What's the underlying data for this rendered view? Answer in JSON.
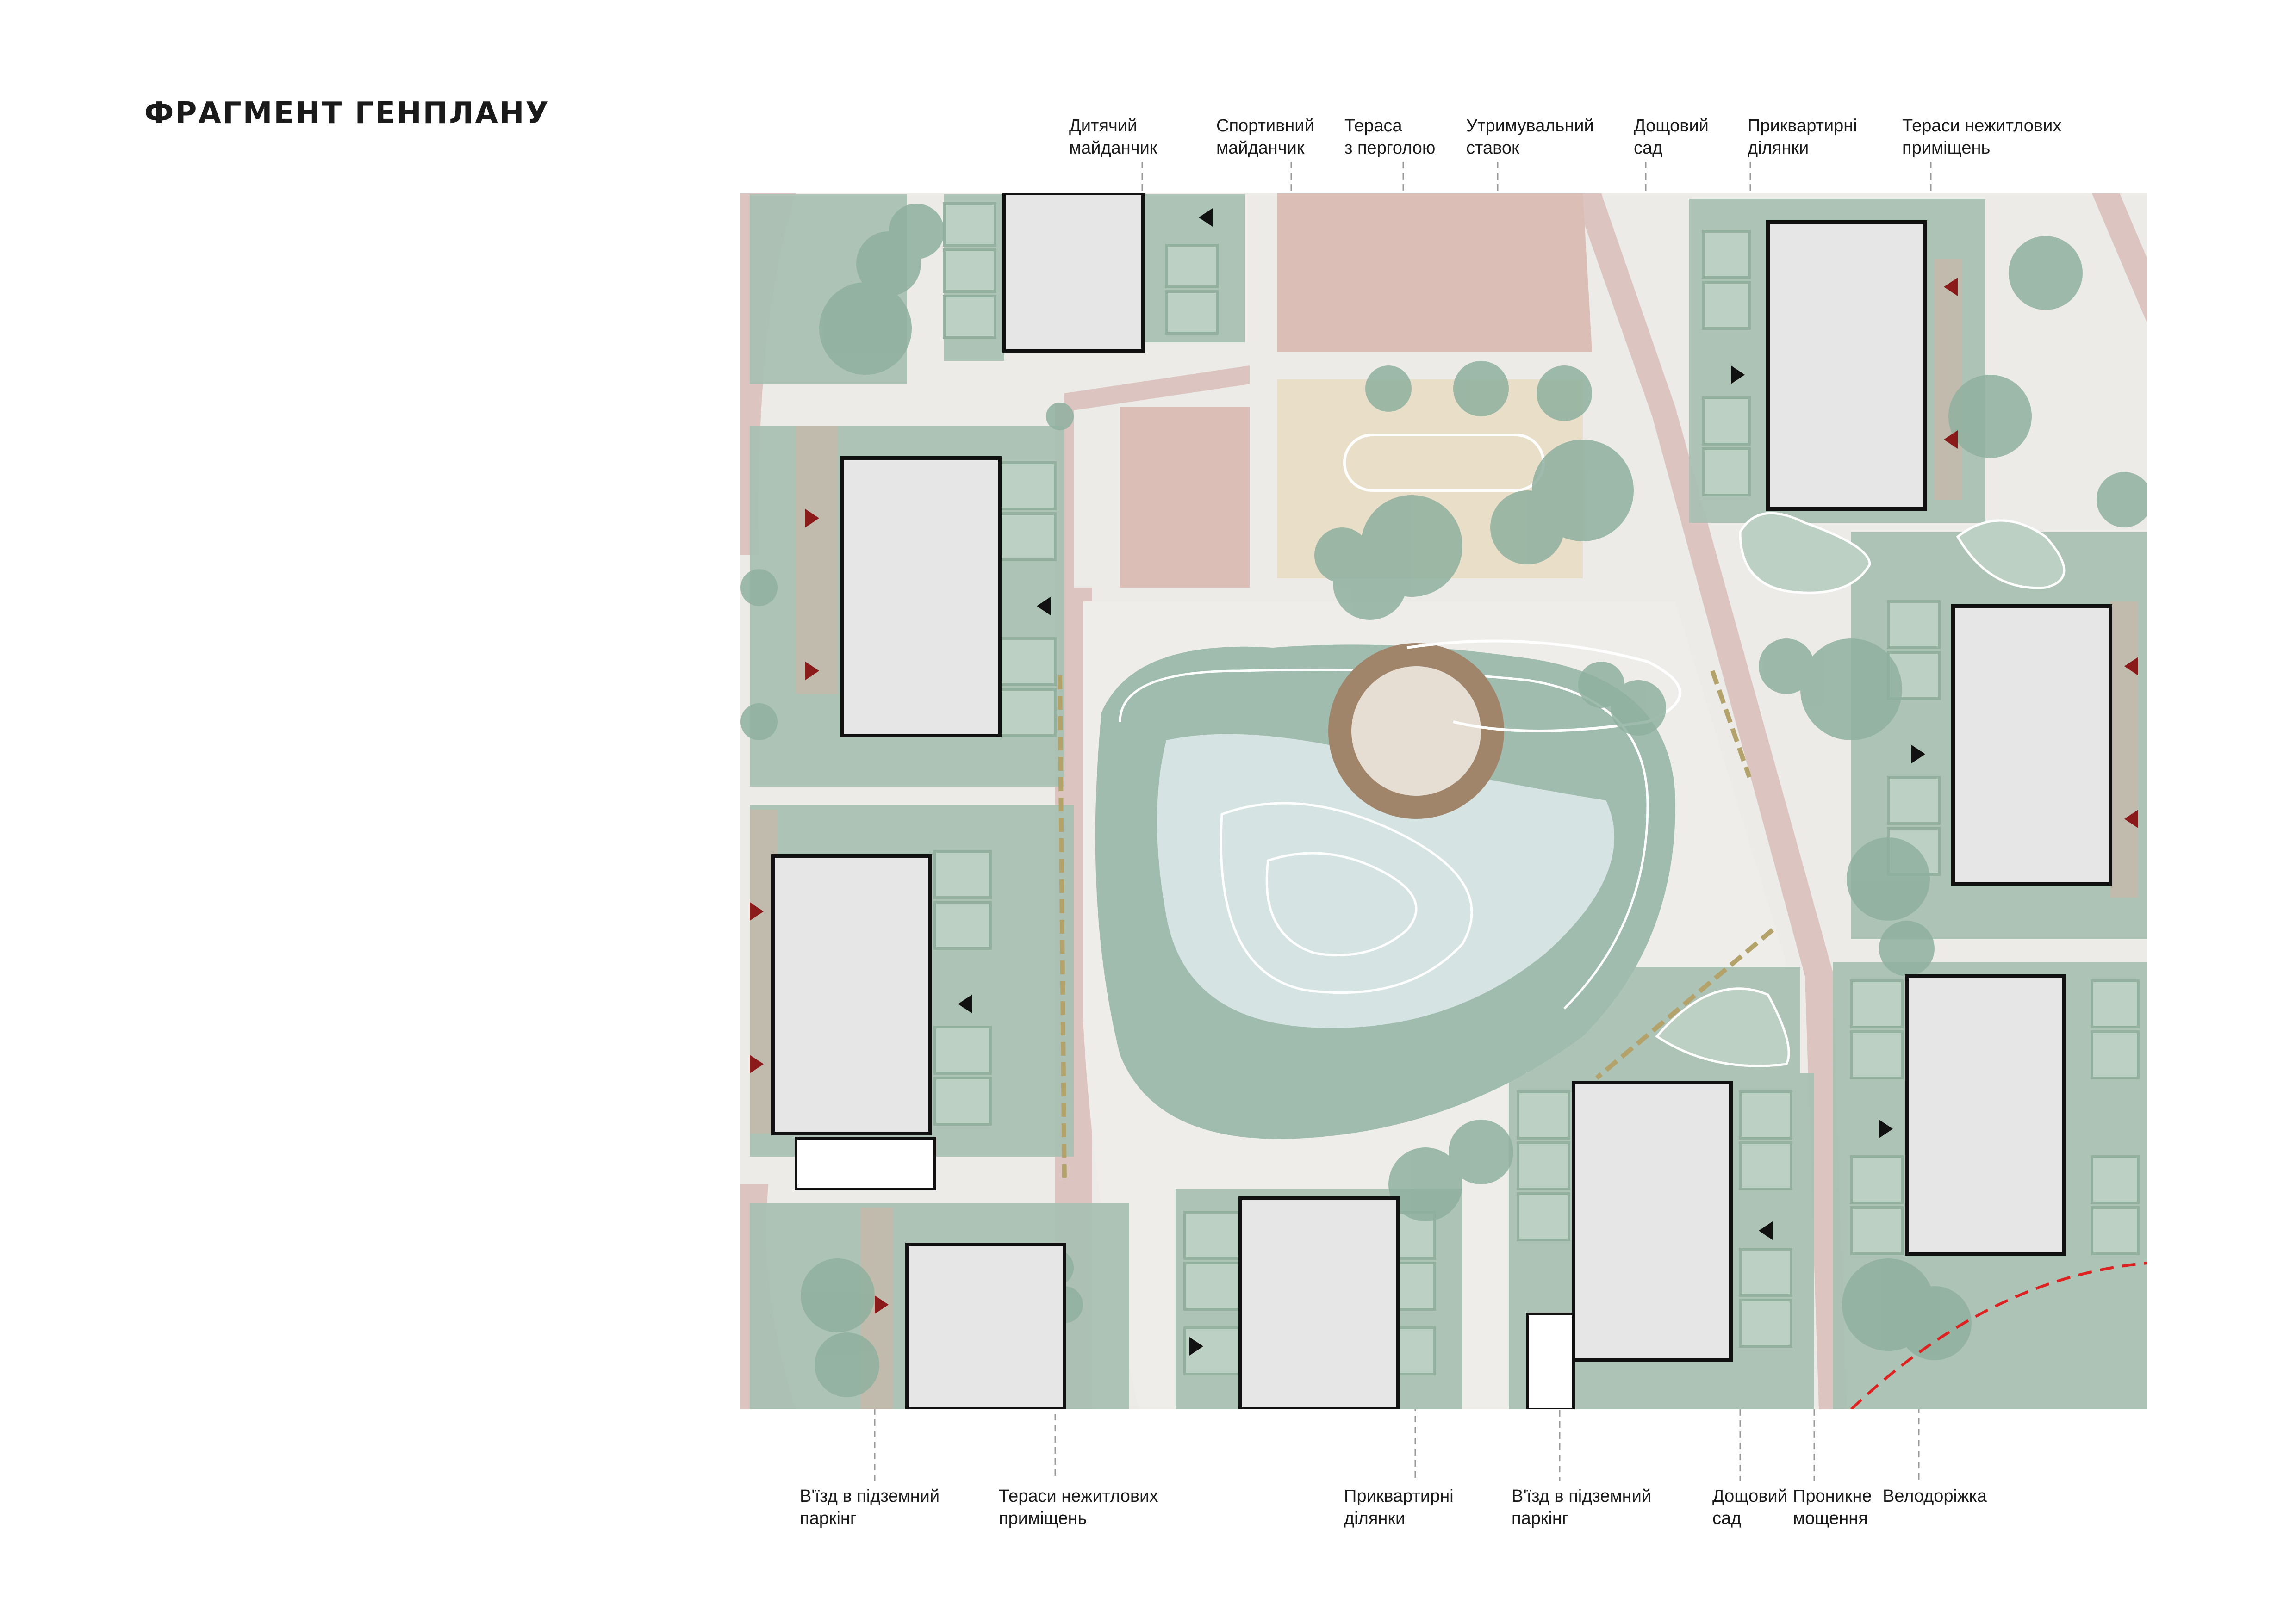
{
  "title": "ФРАГМЕНТ ГЕНПЛАНУ",
  "top_labels": [
    {
      "line1": "Дитячий",
      "line2": "майданчик"
    },
    {
      "line1": "Спортивний",
      "line2": "майданчик"
    },
    {
      "line1": "Тераса",
      "line2": "з перголою"
    },
    {
      "line1": "Утримувальний",
      "line2": "ставок"
    },
    {
      "line1": "Дощовий",
      "line2": "сад"
    },
    {
      "line1": "Приквартирні",
      "line2": "ділянки"
    },
    {
      "line1": "Тераси нежитлових",
      "line2": "приміщень"
    }
  ],
  "bottom_labels": [
    {
      "line1": "В'їзд в підземний",
      "line2": "паркінг"
    },
    {
      "line1": "Тераси нежитлових",
      "line2": "приміщень"
    },
    {
      "line1": "Приквартирні",
      "line2": "ділянки"
    },
    {
      "line1": "В'їзд в підземний",
      "line2": "паркінг"
    },
    {
      "line1": "Дощовий",
      "line2": "сад"
    },
    {
      "line1": "Проникне",
      "line2": "мощення"
    },
    {
      "line1": "Велодоріжка",
      "line2": ""
    }
  ],
  "colors": {
    "green": "#a9c1b3",
    "tree": "#8fb09f",
    "path_pink": "#dcc4c0",
    "paving": "#ecebe7",
    "building": "#e6e6e6",
    "water": "#d6e3e3",
    "sand": "#e9dfc9",
    "accent_red": "#8b1a1a"
  }
}
